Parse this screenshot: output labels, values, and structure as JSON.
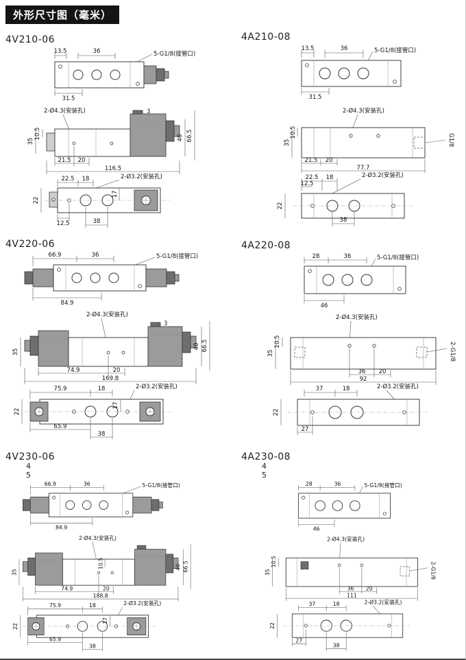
{
  "page": {
    "title": "外形尺寸图（毫米）"
  },
  "sections": {
    "v210": {
      "title": "4V210-06",
      "top": {
        "w1": "13.5",
        "w2": "36",
        "port": "5-G1/8(接管口)",
        "w3": "31.5"
      },
      "front": {
        "mount": "2-Ø4.3(安装孔)",
        "h1": "10.5",
        "h2": "35",
        "h3": "3",
        "h4": "40",
        "h5": "66.5",
        "b1": "21.5",
        "b2": "20",
        "b3": "116.5"
      },
      "bottom": {
        "t1": "22.5",
        "t2": "18",
        "t3": "17",
        "mount": "2-Ø3.2(安装孔)",
        "h1": "22",
        "b1": "12.5",
        "b2": "38"
      }
    },
    "a210": {
      "title": "4A210-08",
      "top": {
        "w1": "13.5",
        "w2": "36",
        "port": "5-G1/8(接管口)",
        "w3": "31.5"
      },
      "front": {
        "mount": "2-Ø4.3(安装孔)",
        "side": "G1/8",
        "h1": "35",
        "h2": "10.5",
        "b1": "21.5",
        "b2": "20",
        "b3": "77.7"
      },
      "bottom": {
        "t1": "22.5",
        "t2": "18",
        "t3": "12.5",
        "mount": "2-Ø3.2(安装孔)",
        "h1": "22",
        "b1": "38"
      }
    },
    "v220": {
      "title": "4V220-06",
      "top": {
        "w1": "66.9",
        "w2": "36",
        "port": "5-G1/8(接管口)",
        "w3": "84.9"
      },
      "front": {
        "mount": "2-Ø4.3(安装孔)",
        "h2": "35",
        "h3": "3",
        "h4": "40",
        "h5": "66.5",
        "b1": "74.9",
        "b2": "20",
        "b3": "169.8"
      },
      "bottom": {
        "t1": "75.9",
        "t2": "17",
        "t3": "18",
        "mount": "2-Ø3.2(安装孔)",
        "h1": "22",
        "b1": "65.9",
        "b2": "38"
      }
    },
    "a220": {
      "title": "4A220-08",
      "top": {
        "w1": "28",
        "w2": "36",
        "port": "5-G1/8(接管口)",
        "w3": "46"
      },
      "front": {
        "mount": "2-Ø4.3(安装孔)",
        "side": "2-G1/8",
        "h1": "10.5",
        "h2": "35",
        "b1": "36",
        "b2": "20",
        "b3": "92"
      },
      "bottom": {
        "t1": "37",
        "t2": "18",
        "mount": "2-Ø3.2(安装孔)",
        "h1": "22",
        "b1": "27"
      }
    },
    "v230": {
      "title": "4V230-06",
      "sub1": "4",
      "sub2": "5",
      "top": {
        "w1": "66.9",
        "w2": "36",
        "port": "5-G1/8(接管口)",
        "w3": "84.9"
      },
      "front": {
        "mount": "2-Ø4.3(安装孔)",
        "h1": "10.5",
        "h2": "35",
        "h4": "40",
        "h5": "66.5",
        "b1": "74.9",
        "b2": "20",
        "b3": "188.8"
      },
      "bottom": {
        "t1": "75.9",
        "t2": "17",
        "t3": "18",
        "mount": "2-Ø3.2(安装孔)",
        "h1": "22",
        "b1": "65.9",
        "b2": "38"
      }
    },
    "a230": {
      "title": "4A230-08",
      "sub1": "4",
      "sub2": "5",
      "top": {
        "w1": "28",
        "w2": "36",
        "port": "5-G1/8(接管口)",
        "w3": "46"
      },
      "front": {
        "mount": "2-Ø4.3(安装孔)",
        "side": "2-G1/8",
        "h1": "10.5",
        "h2": "35",
        "b1": "36",
        "b2": "20",
        "b3": "111"
      },
      "bottom": {
        "t1": "37",
        "t2": "18",
        "mount": "2-Ø3.2(安装孔)",
        "h1": "22",
        "b1": "27",
        "b2": "38"
      }
    }
  }
}
